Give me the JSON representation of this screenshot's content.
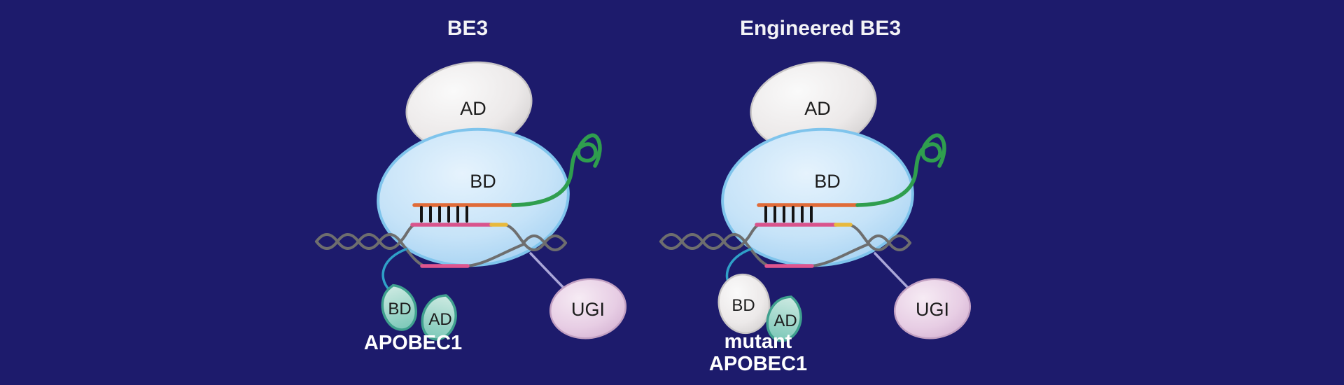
{
  "figure": {
    "panels": [
      {
        "title": "BE3",
        "cas9_ad_label": "AD",
        "cas9_bd_label": "BD",
        "apobec_bd_label": "BD",
        "apobec_ad_label": "AD",
        "apobec_name": "APOBEC1",
        "ugi_label": "UGI"
      },
      {
        "title": "Engineered BE3",
        "cas9_ad_label": "AD",
        "cas9_bd_label": "BD",
        "apobec_bd_label": "BD",
        "apobec_ad_label": "AD",
        "apobec_name_line1": "mutant",
        "apobec_name_line2": "APOBEC1",
        "ugi_label": "UGI"
      }
    ],
    "colors": {
      "background": "#1d1b6c",
      "cas9_bd_fill": "#c3e1f8",
      "cas9_bd_stroke": "#7fc4ec",
      "cas9_ad_fill": "#eceaea",
      "sgrna_green": "#2f9e4e",
      "dna_gray": "#6e6e6e",
      "spacer_orange": "#e06b38",
      "target_strand_pink": "#d9538c",
      "displaced_strand_pink": "#e0558e",
      "pam_yellow": "#e8b93c",
      "apobec_teal_fill": "#a7dcd0",
      "apobec_teal_stroke": "#3fa08e",
      "mutant_bd_gray": "#e9e6e6",
      "ugi_fill": "#e3c6e0",
      "linker_teal": "#2fa0c8",
      "linker_lavender": "#aaa6d8"
    }
  }
}
